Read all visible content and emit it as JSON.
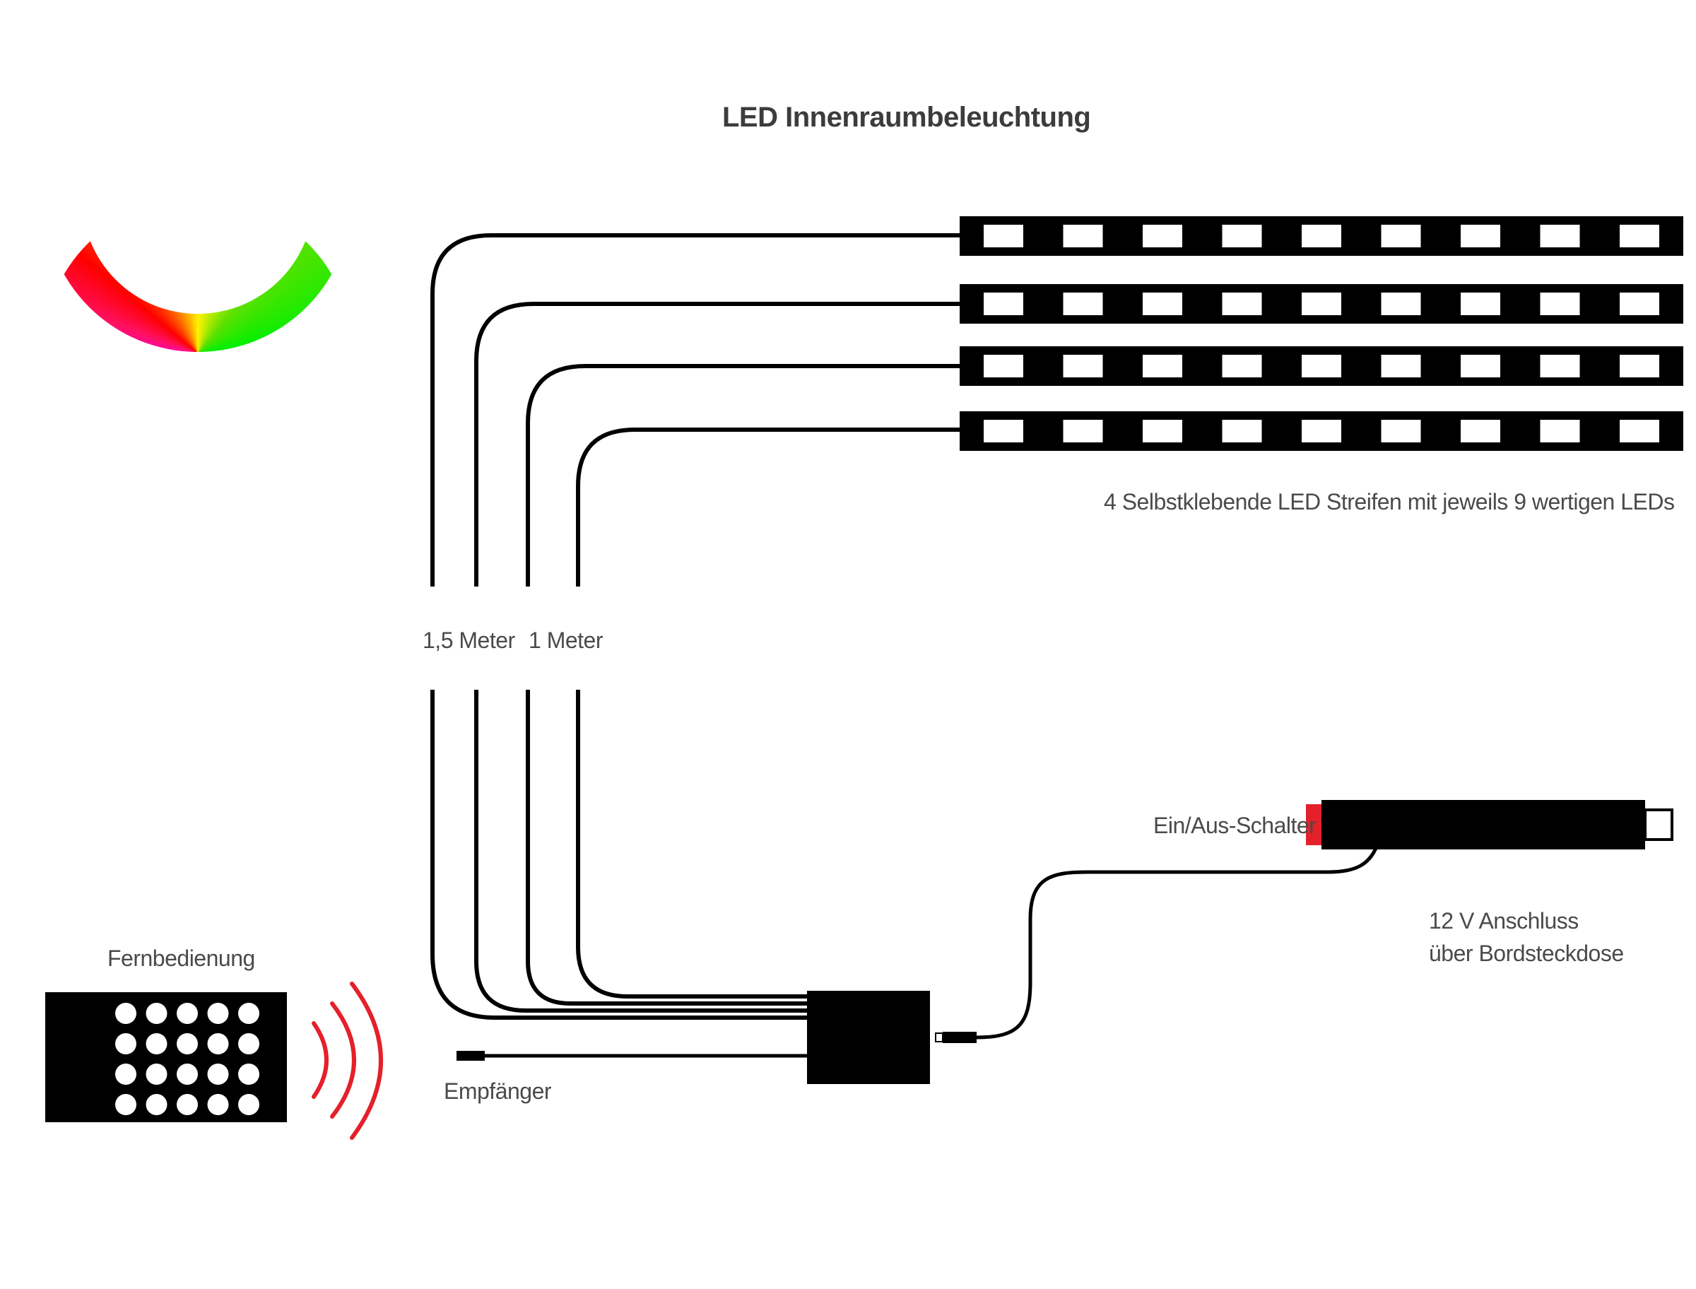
{
  "title": "LED Innenraumbeleuchtung",
  "strips": {
    "label": "4 Selbstklebende LED Streifen mit jeweils 9 wertigen LEDs",
    "count": 4,
    "leds_per_strip": 9
  },
  "cable_labels": {
    "long": "1,5 Meter",
    "short": "1 Meter"
  },
  "switch": {
    "label": "Ein/Aus-Schalter"
  },
  "connector": {
    "line1": "12 V  Anschluss",
    "line2": "über Bordsteckdose"
  },
  "remote": {
    "label": "Fernbedienung",
    "rows": 4,
    "cols": 5
  },
  "receiver": {
    "label": "Empfänger"
  },
  "colors": {
    "strip": "#000000",
    "led": "#ffffff",
    "wire": "#000000",
    "switch_red": "#e4202a",
    "signal_red": "#e4202a",
    "label_text": "#4a4a4a"
  }
}
